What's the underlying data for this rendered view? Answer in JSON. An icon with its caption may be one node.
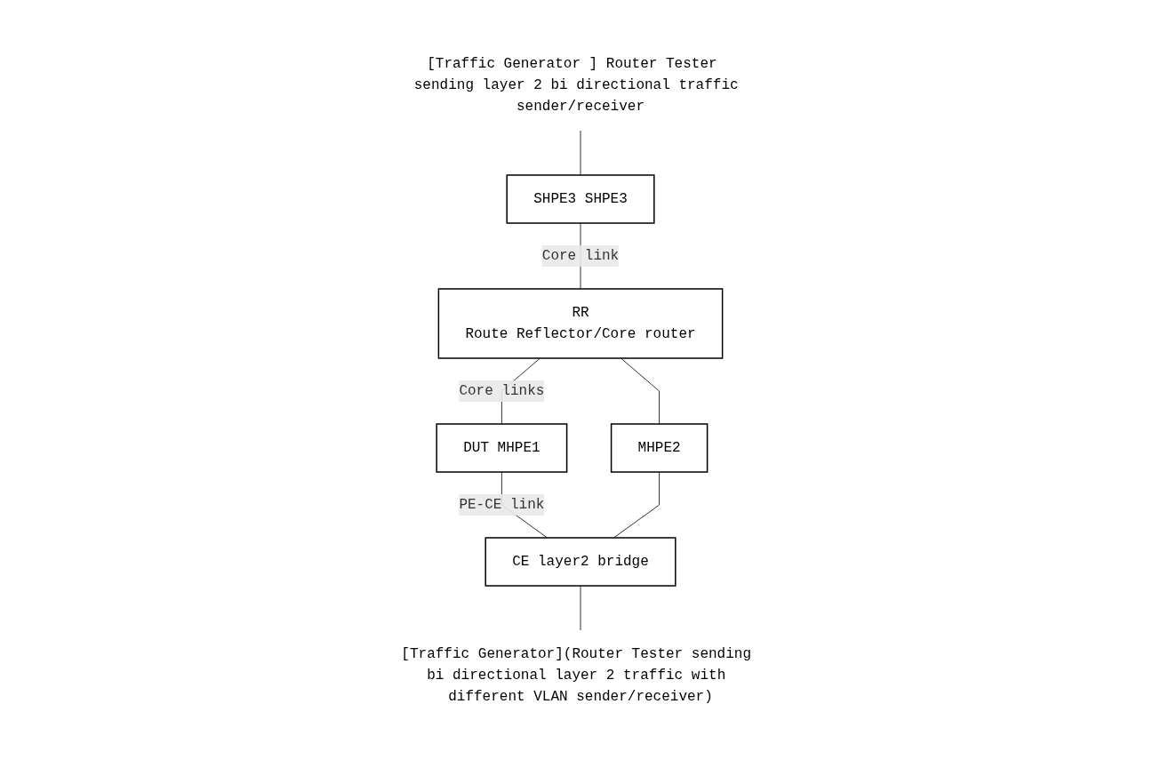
{
  "diagram": {
    "nodes": [
      {
        "text": [
          "[Traffic Generator ] Router Tester  sending layer 2 bi directional traffic sender/receiver"
        ]
      },
      {
        "text": [
          "SHPE3 SHPE3"
        ]
      },
      {
        "text": [
          "RR",
          "Route Reflector/Core router"
        ]
      },
      {
        "text": [
          "DUT MHPE1"
        ]
      },
      {
        "text": [
          "MHPE2"
        ]
      },
      {
        "text": [
          "CE layer2 bridge"
        ]
      },
      {
        "text": [
          "[Traffic Generator](Router Tester sending bi directional layer 2 traffic with different VLAN sender/receiver)"
        ]
      }
    ],
    "edges": [
      {
        "from": 0,
        "to": 1,
        "arrow": "none"
      },
      {
        "from": 1,
        "to": 2,
        "arrow": "none",
        "label": "Core link"
      },
      {
        "from": 2,
        "to": 3,
        "arrow": "none",
        "label": "Core links"
      },
      {
        "from": 2,
        "to": 4,
        "arrow": "none"
      },
      {
        "from": 3,
        "to": 5,
        "arrow": "none",
        "label": "PE-CE link"
      },
      {
        "from": 4,
        "to": 5,
        "arrow": "none"
      },
      {
        "from": 5,
        "to": 6,
        "arrow": "none"
      }
    ]
  }
}
